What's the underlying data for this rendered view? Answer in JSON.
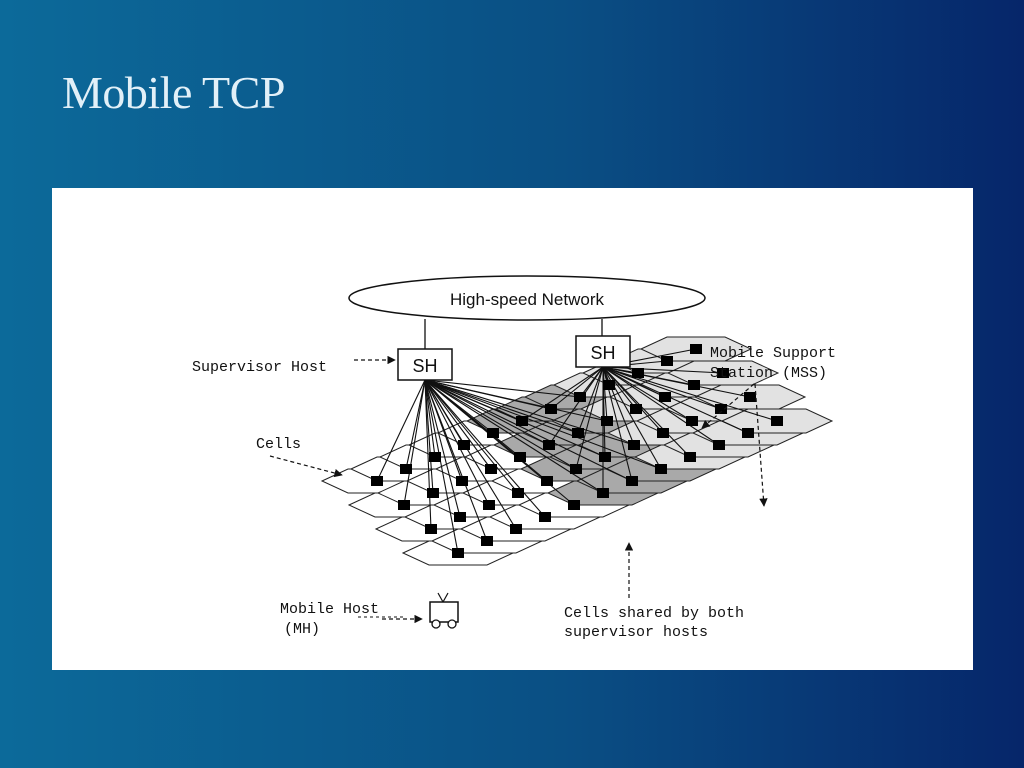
{
  "slide": {
    "title": "Mobile TCP"
  },
  "diagram": {
    "network_label": "High-speed Network",
    "sh_left_label": "SH",
    "sh_right_label": "SH",
    "supervisor_host_label": "Supervisor Host",
    "mss_label_line1": "Mobile Support",
    "mss_label_line2": "Station (MSS)",
    "cells_label": "Cells",
    "mobile_host_line1": "Mobile Host",
    "mobile_host_line2": "(MH)",
    "shared_line1": "Cells shared by both",
    "shared_line2": "supervisor hosts",
    "colors": {
      "left_cells": "#ffffff",
      "right_cells": "#e2e2e2",
      "shared_cells": "#a9a9a9",
      "background_start": "#0c6a9a",
      "background_end": "#06266a"
    }
  }
}
